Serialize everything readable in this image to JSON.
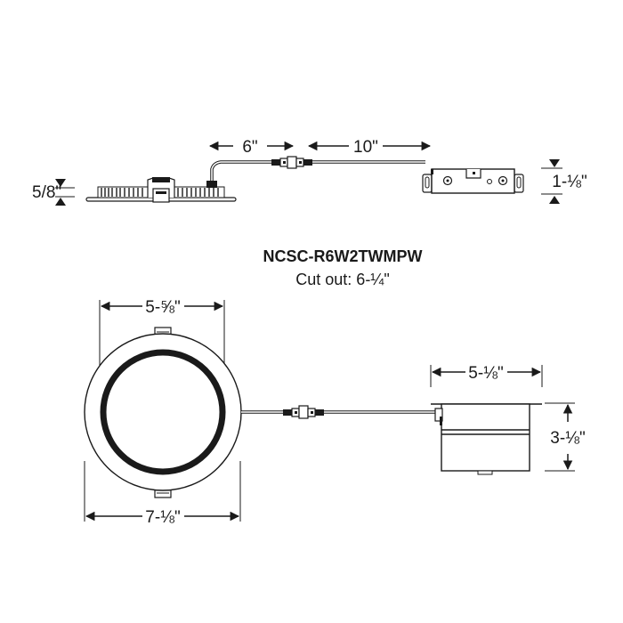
{
  "model": {
    "part_number": "NCSC-R6W2TWMPW",
    "cutout_label": "Cut out: 6-¼\""
  },
  "side_view": {
    "fixture_height": "⅝\"",
    "fixture_height_prefix": "5",
    "fixture_height_label": "5/8\"",
    "lead_length_1": "6\"",
    "lead_length_2": "10\"",
    "driver_height": "1-⅛\""
  },
  "top_view": {
    "inner_diameter": "5-⅝\"",
    "outer_diameter": "7-⅛\"",
    "junction_box_width": "5-⅛\"",
    "junction_box_height": "3-⅛\""
  },
  "colors": {
    "line": "#1a1a1a",
    "background": "#ffffff"
  }
}
